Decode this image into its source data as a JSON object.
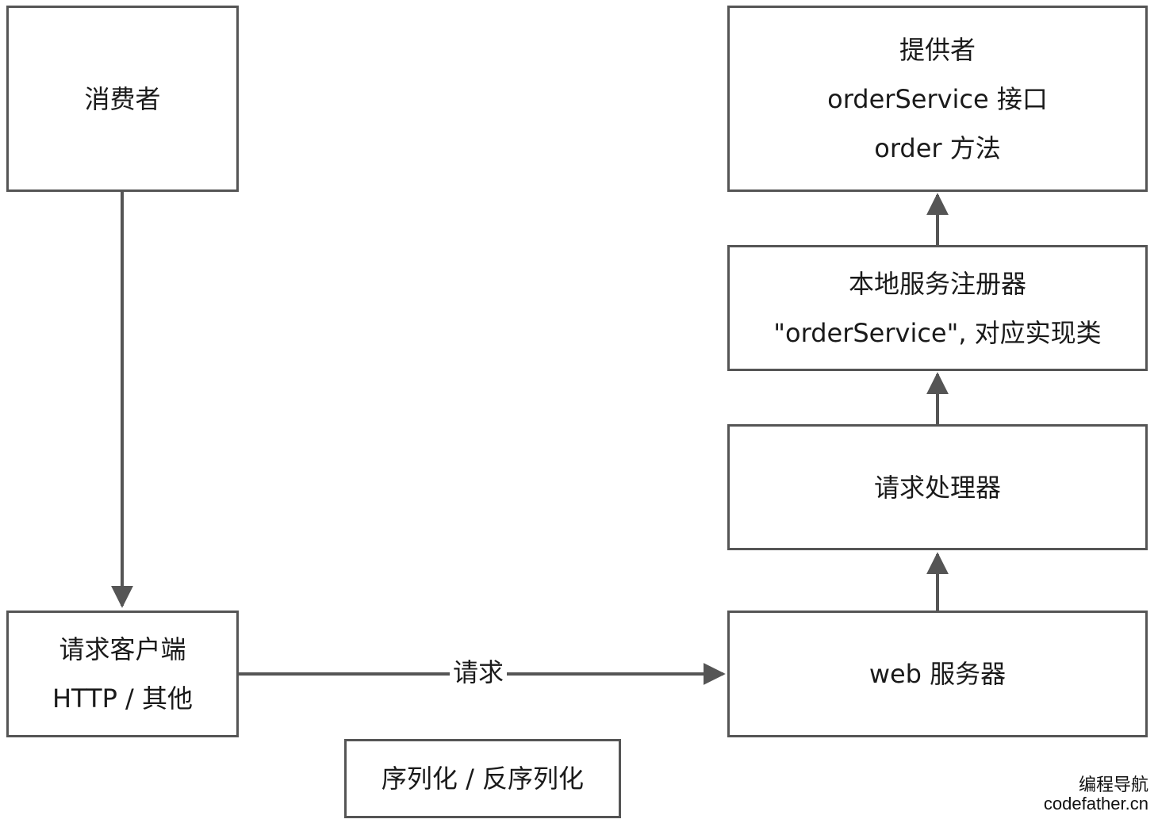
{
  "nodes": {
    "consumer": {
      "lines": [
        "消费者"
      ]
    },
    "request_client": {
      "lines": [
        "请求客户端",
        "HTTP / 其他"
      ]
    },
    "serialization": {
      "lines": [
        "序列化 / 反序列化"
      ]
    },
    "web_server": {
      "lines": [
        "web 服务器"
      ]
    },
    "request_handler": {
      "lines": [
        "请求处理器"
      ]
    },
    "local_registry": {
      "lines": [
        "本地服务注册器",
        "\"orderService\", 对应实现类"
      ]
    },
    "provider": {
      "lines": [
        "提供者",
        "orderService 接口",
        "order 方法"
      ]
    }
  },
  "edges": {
    "request_label": "请求"
  },
  "watermark": {
    "line1": "编程导航",
    "line2": "codefather.cn"
  },
  "colors": {
    "stroke": "#555555",
    "text": "#1a1a1a"
  }
}
